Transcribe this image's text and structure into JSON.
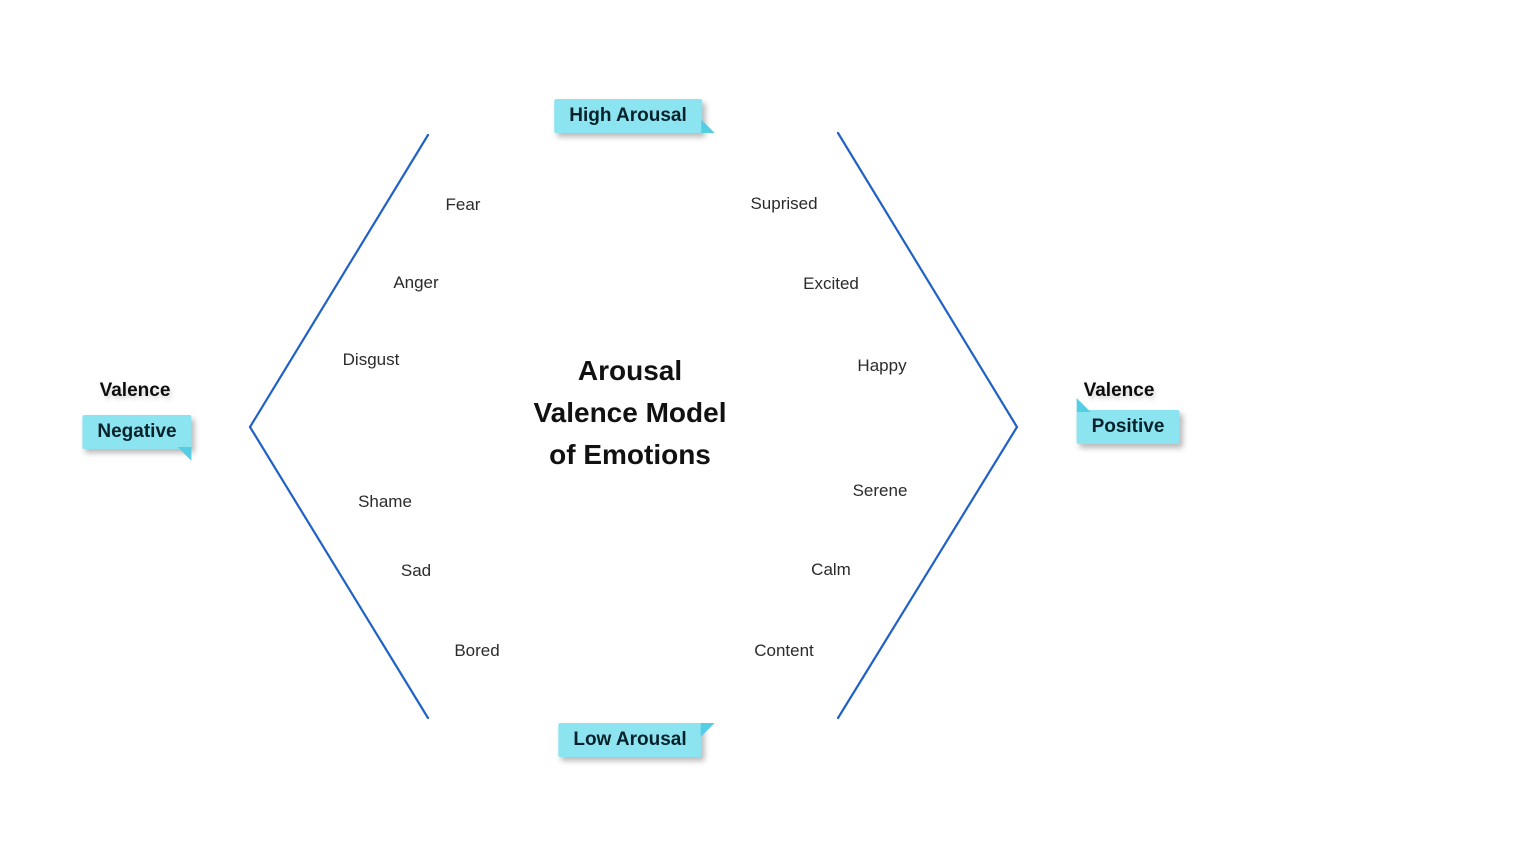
{
  "title": {
    "lines": [
      "Arousal",
      "Valence Model",
      "of Emotions"
    ]
  },
  "axes": {
    "top": {
      "label": "High Arousal"
    },
    "bottom": {
      "label": "Low Arousal"
    },
    "left": {
      "title": "Valence",
      "label": "Negative"
    },
    "right": {
      "title": "Valence",
      "label": "Positive"
    }
  },
  "emotions": {
    "negative": [
      "Fear",
      "Anger",
      "Disgust",
      "Shame",
      "Sad",
      "Bored"
    ],
    "positive": [
      "Suprised",
      "Excited",
      "Happy",
      "Serene",
      "Calm",
      "Content"
    ]
  },
  "colors": {
    "badge": "#8de4f1",
    "badge_fold": "#55cde3",
    "line": "#2061c8",
    "text": "#1a1a1a"
  }
}
